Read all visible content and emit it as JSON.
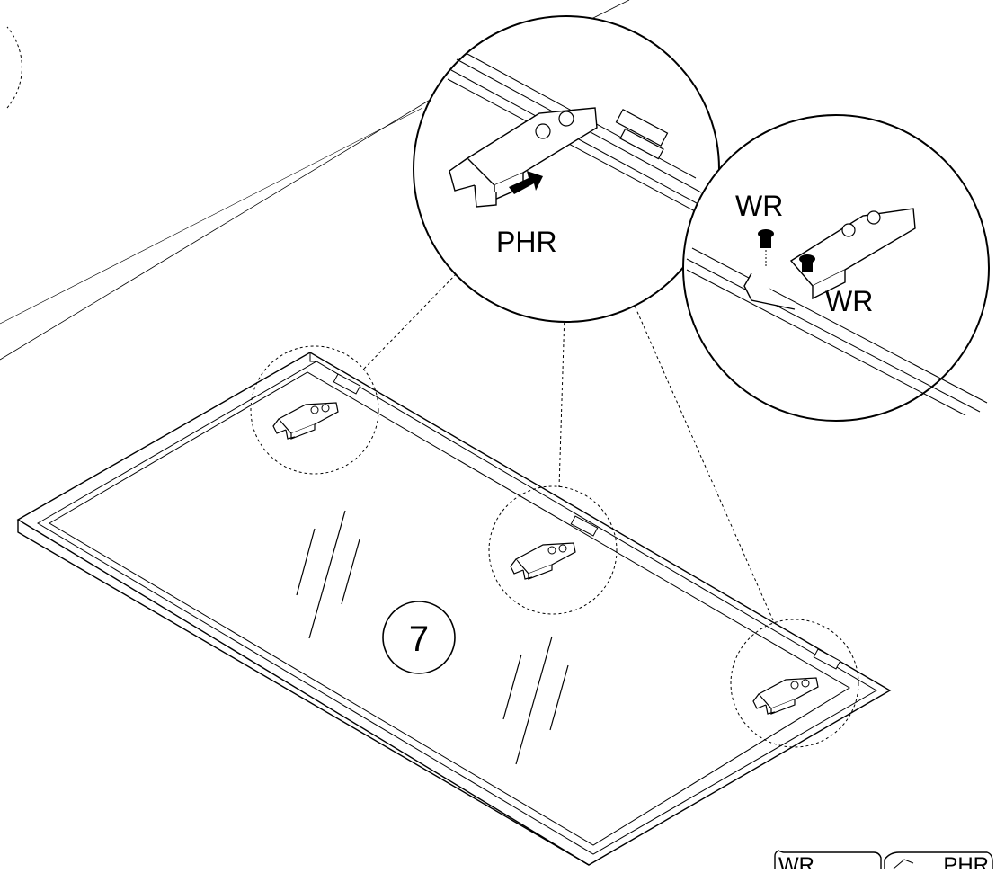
{
  "step_number": "7",
  "labels": {
    "detail_left": "PHR",
    "detail_right_top": "WR",
    "detail_right_bottom": "WR"
  },
  "legend": [
    {
      "label": "WR"
    },
    {
      "label": "PHR"
    }
  ],
  "colors": {
    "line": "#000000",
    "background": "#ffffff"
  },
  "icons": [
    "arrow-right-icon",
    "screw-icon",
    "hinge-icon"
  ]
}
